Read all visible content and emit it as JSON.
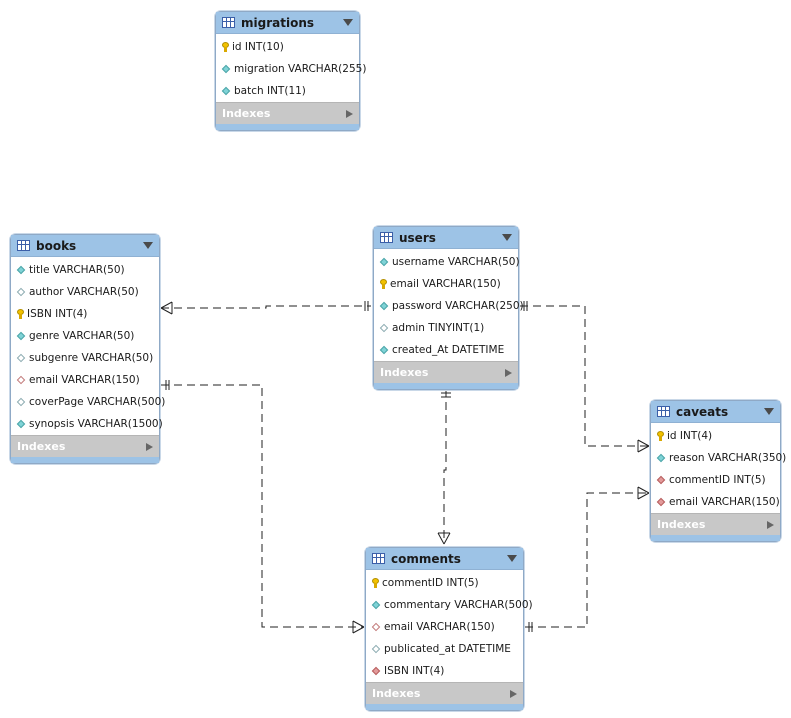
{
  "entities": {
    "migrations": {
      "title": "migrations",
      "indexes_label": "Indexes",
      "columns": [
        {
          "text": "id INT(10)",
          "icon": "key"
        },
        {
          "text": "migration VARCHAR(255)",
          "icon": "cyan"
        },
        {
          "text": "batch INT(11)",
          "icon": "cyan"
        }
      ]
    },
    "books": {
      "title": "books",
      "indexes_label": "Indexes",
      "columns": [
        {
          "text": "title VARCHAR(50)",
          "icon": "cyan"
        },
        {
          "text": "author VARCHAR(50)",
          "icon": "hollow"
        },
        {
          "text": "ISBN INT(4)",
          "icon": "key"
        },
        {
          "text": "genre VARCHAR(50)",
          "icon": "cyan"
        },
        {
          "text": "subgenre VARCHAR(50)",
          "icon": "hollow"
        },
        {
          "text": "email VARCHAR(150)",
          "icon": "hollow-red"
        },
        {
          "text": "coverPage VARCHAR(500)",
          "icon": "hollow"
        },
        {
          "text": "synopsis VARCHAR(1500)",
          "icon": "cyan"
        }
      ]
    },
    "users": {
      "title": "users",
      "indexes_label": "Indexes",
      "columns": [
        {
          "text": "username VARCHAR(50)",
          "icon": "cyan"
        },
        {
          "text": "email VARCHAR(150)",
          "icon": "key"
        },
        {
          "text": "password VARCHAR(250)",
          "icon": "cyan"
        },
        {
          "text": "admin TINYINT(1)",
          "icon": "hollow"
        },
        {
          "text": "created_At DATETIME",
          "icon": "cyan"
        }
      ]
    },
    "caveats": {
      "title": "caveats",
      "indexes_label": "Indexes",
      "columns": [
        {
          "text": "id INT(4)",
          "icon": "key"
        },
        {
          "text": "reason VARCHAR(350)",
          "icon": "cyan"
        },
        {
          "text": "commentID INT(5)",
          "icon": "red"
        },
        {
          "text": "email VARCHAR(150)",
          "icon": "red"
        }
      ]
    },
    "comments": {
      "title": "comments",
      "indexes_label": "Indexes",
      "columns": [
        {
          "text": "commentID INT(5)",
          "icon": "key"
        },
        {
          "text": "commentary VARCHAR(500)",
          "icon": "cyan"
        },
        {
          "text": "email VARCHAR(150)",
          "icon": "hollow-red"
        },
        {
          "text": "publicated_at DATETIME",
          "icon": "hollow"
        },
        {
          "text": "ISBN INT(4)",
          "icon": "red"
        }
      ]
    }
  },
  "relationships": [
    {
      "from": "books",
      "to": "users"
    },
    {
      "from": "books",
      "to": "comments"
    },
    {
      "from": "users",
      "to": "comments"
    },
    {
      "from": "users",
      "to": "caveats"
    },
    {
      "from": "comments",
      "to": "caveats"
    }
  ]
}
